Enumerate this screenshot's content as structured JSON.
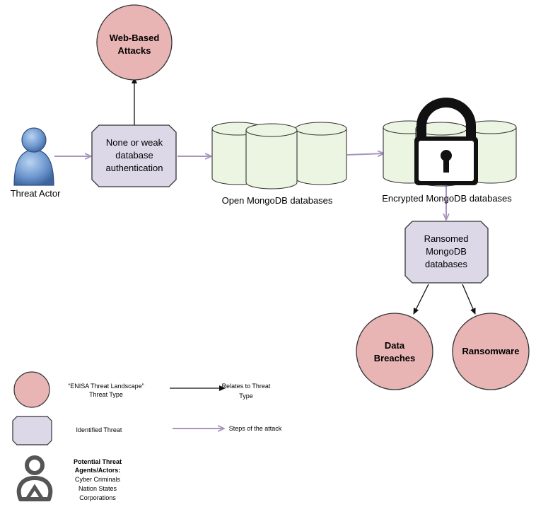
{
  "nodes": {
    "web_attacks": {
      "line1": "Web-Based",
      "line2": "Attacks"
    },
    "threat_actor": "Threat Actor",
    "weak_auth": {
      "line1": "None or weak",
      "line2": "database",
      "line3": "authentication"
    },
    "open_db": "Open MongoDB databases",
    "encrypted_db": "Encrypted MongoDB databases",
    "ransomed_db": {
      "line1": "Ransomed",
      "line2": "MongoDB",
      "line3": "databases"
    },
    "data_breaches": {
      "line1": "Data",
      "line2": "Breaches"
    },
    "ransomware": "Ransomware"
  },
  "legend": {
    "threat_type": {
      "line1": "“ENISA Threat Landscape”",
      "line2": "Threat Type"
    },
    "relates": {
      "line1": "Relates to Threat",
      "line2": "Type"
    },
    "identified": "Identified Threat",
    "steps": "Steps of the attack",
    "agents": {
      "line1": "Potential Threat",
      "line2": "Agents/Actors:",
      "line3": "Cyber Criminals",
      "line4": "Nation States",
      "line5": "Corporations"
    }
  },
  "colors": {
    "threat_circle": "#e8b4b4",
    "identified_threat": "#dcd8e8",
    "database": "#ecf4e2",
    "step_arrow": "#a994bd",
    "relates_arrow": "#111111"
  },
  "icons": [
    "person-icon",
    "database-icon",
    "padlock-icon",
    "person-outline-icon"
  ]
}
